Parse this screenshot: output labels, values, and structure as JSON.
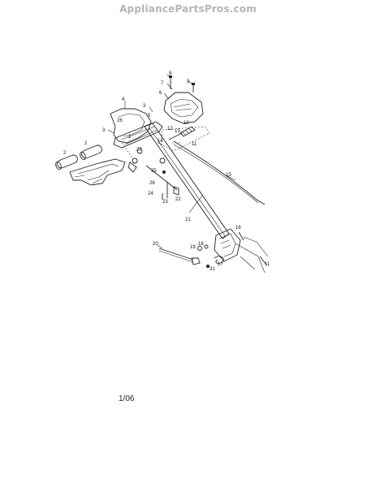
{
  "header": {
    "watermark": "AppliancePartsPros.com"
  },
  "footer": {
    "revision_date": "1/06"
  },
  "diagram": {
    "labels": [
      "8",
      "7",
      "9",
      "6",
      "4",
      "3",
      "5",
      "26",
      "10",
      "12",
      "13",
      "3",
      "1",
      "11",
      "14",
      "2",
      "2",
      "27",
      "25",
      "26",
      "15",
      "24",
      "22",
      "23",
      "21",
      "16",
      "20",
      "19",
      "18",
      "17",
      "31",
      "11"
    ]
  }
}
